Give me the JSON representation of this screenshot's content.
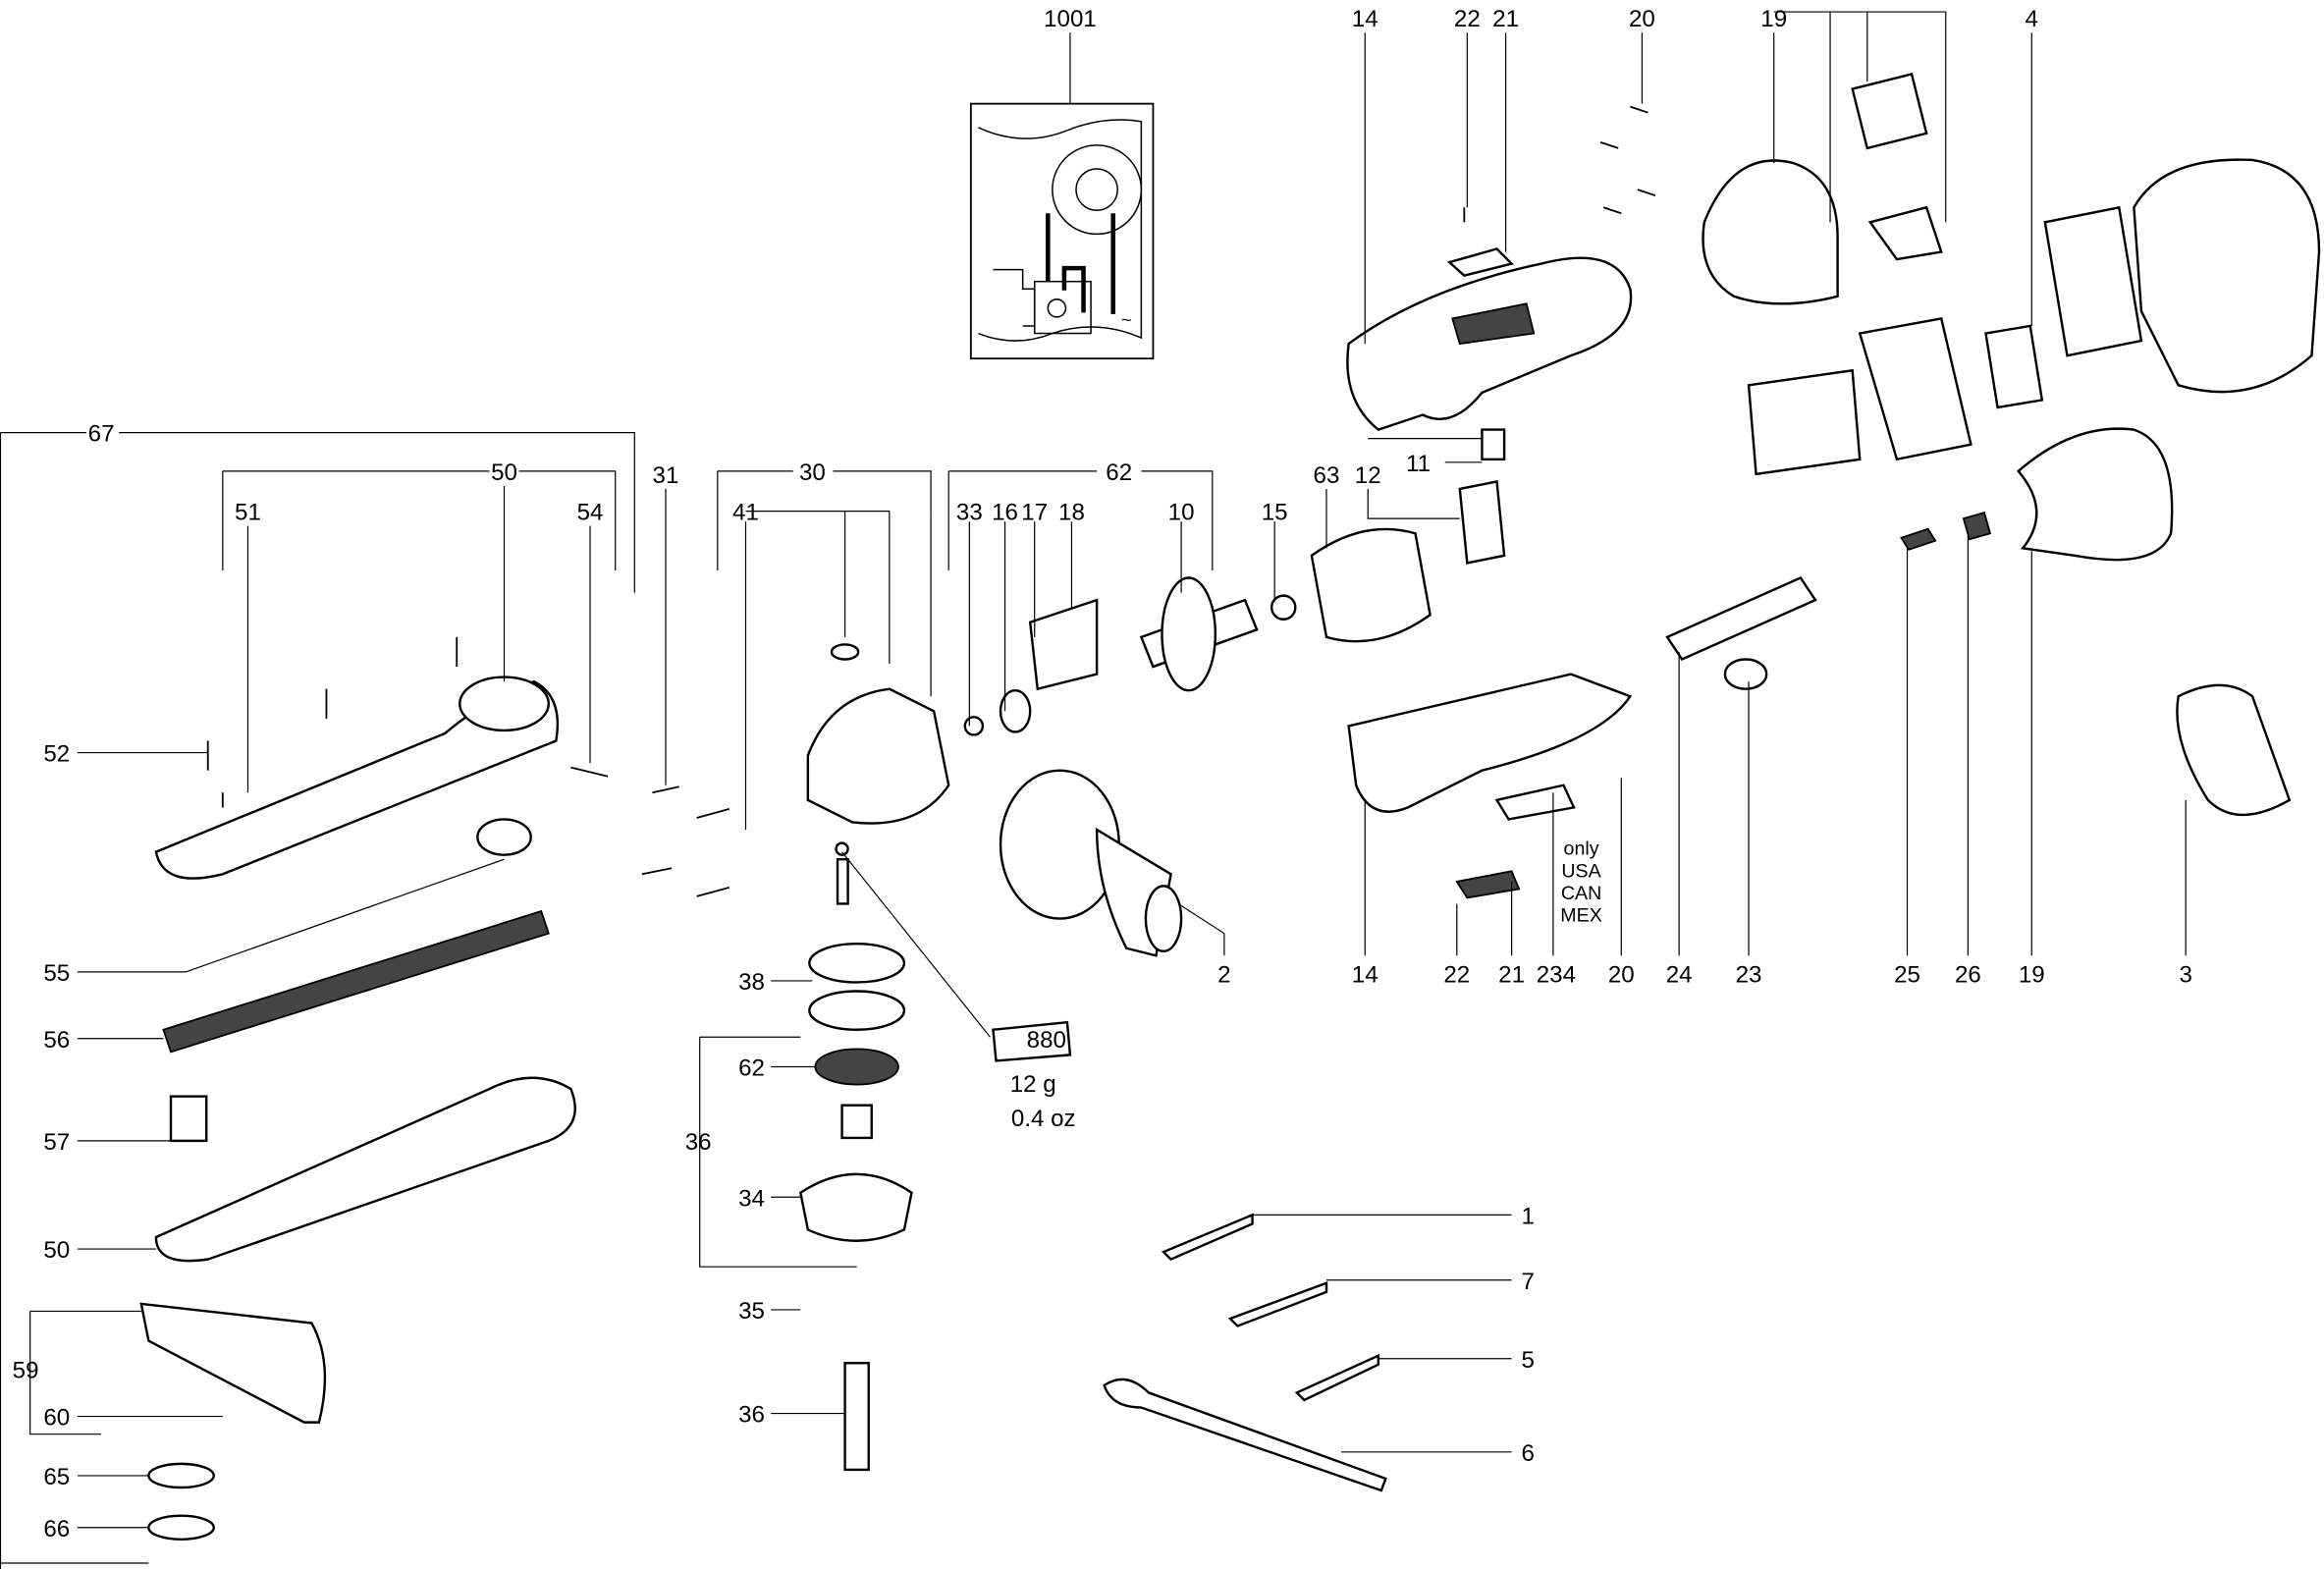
{
  "diagram": {
    "callouts": {
      "c1001": "1001",
      "c14_top": "14",
      "c22_top": "22",
      "c21_top": "21",
      "c20_top": "20",
      "c19_top": "19",
      "c4": "4",
      "c67": "67",
      "c50_top": "50",
      "c51": "51",
      "c54": "54",
      "c31": "31",
      "c30": "30",
      "c41": "41",
      "c62_top": "62",
      "c33": "33",
      "c16": "16",
      "c17": "17",
      "c18": "18",
      "c10": "10",
      "c15": "15",
      "c63": "63",
      "c12": "12",
      "c11": "11",
      "c52": "52",
      "c55": "55",
      "c56": "56",
      "c57": "57",
      "c50_bot": "50",
      "c59": "59",
      "c60": "60",
      "c65": "65",
      "c66": "66",
      "c38": "38",
      "c62_mid": "62",
      "c36_brk": "36",
      "c34": "34",
      "c35": "35",
      "c36": "36",
      "c2": "2",
      "c14_bot": "14",
      "c22_bot": "22",
      "c21_bot": "21",
      "c234": "234",
      "c20_bot": "20",
      "c24": "24",
      "c23": "23",
      "c25": "25",
      "c26": "26",
      "c19_bot": "19",
      "c3": "3",
      "c1": "1",
      "c7": "7",
      "c5": "5",
      "c6": "6"
    },
    "grease": {
      "code": "880",
      "weight_g": "12 g",
      "weight_oz": "0.4 oz"
    },
    "region_note": [
      "only",
      "USA",
      "CAN",
      "MEX"
    ]
  }
}
